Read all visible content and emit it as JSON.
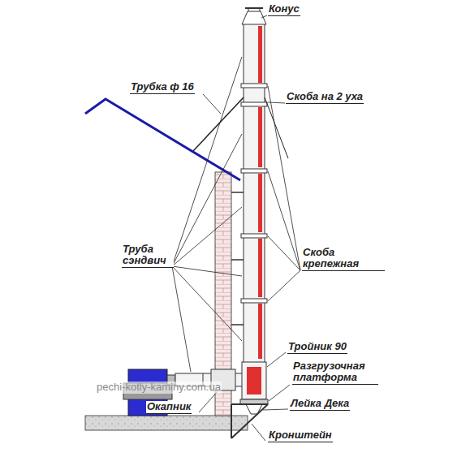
{
  "diagram": {
    "labels": [
      "Конус",
      "Трубка ф 16",
      "Скоба на 2 уха",
      "Труба сэндвич",
      "Скоба крепежная",
      "Тройник 90",
      "Разгрузочная платформа",
      "Лейка Дека",
      "Окапник",
      "Кронштейн",
      "pechi-kotly-kaminy.com.ua"
    ]
  }
}
